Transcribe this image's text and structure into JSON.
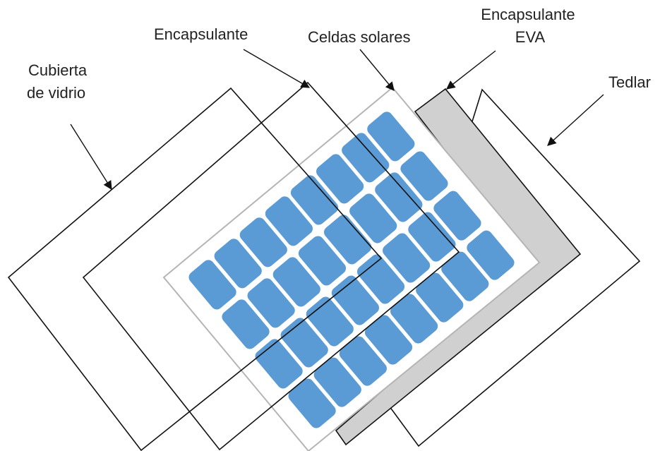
{
  "labels": {
    "glass_cover_line1": "Cubierta",
    "glass_cover_line2": "de vidrio",
    "encapsulant_top": "Encapsulante",
    "solar_cells": "Celdas solares",
    "eva_line1": "Encapsulante",
    "eva_line2": "EVA",
    "tedlar": "Tedlar"
  },
  "colors": {
    "cell_fill": "#5b9bd5",
    "panel_fill": "#ffffff",
    "panel_border": "#b5b5b5",
    "eva_fill": "#d0d0d0",
    "line": "#111111"
  },
  "cell_grid": {
    "rows": 4,
    "cols": 8
  }
}
